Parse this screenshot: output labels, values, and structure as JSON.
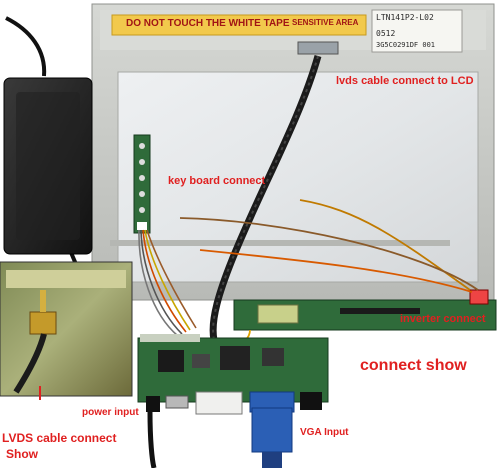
{
  "panel": {
    "warning": "DO NOT TOUCH THE WHITE TAPE",
    "sensitive": "SENSITIVE AREA",
    "model": "LTN141P2-L02",
    "batch": "0512",
    "serial": "3G5C0291DF   001"
  },
  "labels": {
    "lvds_lcd": "lvds cable connect to LCD",
    "keyboard": "key board connect",
    "inverter": "inverter  connect",
    "connect_show": "connect show",
    "power_input": "power input",
    "vga_input": "VGA Input",
    "lvds_show_1": "LVDS cable connect",
    "lvds_show_2": "Show"
  },
  "colors": {
    "label_red": "#e02020",
    "label_blue": "#1f4fc8",
    "pcb_green": "#2f6b3a",
    "panel_frame": "#c9cbc6",
    "vga_blue": "#2b5fb5"
  }
}
